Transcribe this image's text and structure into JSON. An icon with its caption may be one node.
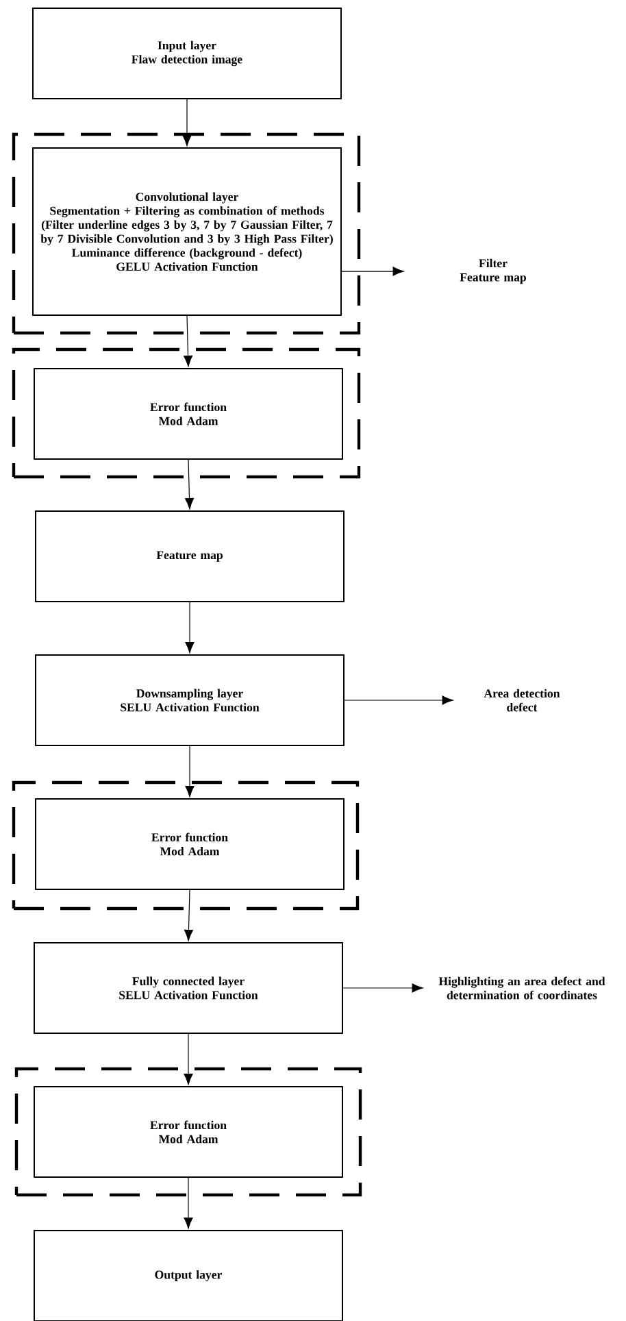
{
  "diagram": {
    "nodes": [
      {
        "text": [
          "Input layer",
          "Flaw detection image"
        ]
      },
      {
        "text": [],
        "shape": "box"
      },
      {
        "text": [
          "Convolutional layer",
          "Segmentation + Filtering as combination of methods (Filter underline edges 3 by 3, 7 by 7 Gaussian Filter, 7 by 7 Divisible Convolution and 3 by 3 High Pass Filter)",
          "Luminance difference (background - defect)",
          "GELU Activation Function"
        ],
        "in": 1
      },
      {
        "text": [
          "Filter",
          "Feature map"
        ]
      },
      {
        "text": [],
        "shape": "box"
      },
      {
        "text": [
          "Error function",
          "Mod Adam"
        ],
        "in": 4
      },
      {
        "text": [
          "Feature map"
        ]
      },
      {
        "text": [
          "Downsampling layer",
          "SELU Activation Function"
        ]
      },
      {
        "text": [
          "Area detection defect"
        ]
      },
      {
        "text": [],
        "shape": "box"
      },
      {
        "text": [
          "Error function",
          "Mod Adam"
        ],
        "in": 9
      },
      {
        "text": [
          "Fully connected layer",
          "SELU Activation Function"
        ]
      },
      {
        "text": [
          "Highlighting an area defect and determination of coordinates"
        ]
      },
      {
        "text": [],
        "shape": "box"
      },
      {
        "text": [
          "Error function",
          "Mod Adam"
        ],
        "in": 13
      },
      {
        "text": [
          "Output layer"
        ]
      }
    ],
    "edges": [
      {
        "from": 0,
        "to": 2,
        "arrow": "to"
      },
      {
        "from": 2,
        "to": 3,
        "arrow": "to"
      },
      {
        "from": 2,
        "to": 5,
        "arrow": "to"
      },
      {
        "from": 5,
        "to": 6,
        "arrow": "to"
      },
      {
        "from": 6,
        "to": 7,
        "arrow": "to"
      },
      {
        "from": 7,
        "to": 8,
        "arrow": "to"
      },
      {
        "from": 7,
        "to": 10,
        "arrow": "to"
      },
      {
        "from": 10,
        "to": 11,
        "arrow": "to"
      },
      {
        "from": 11,
        "to": 12,
        "arrow": "to"
      },
      {
        "from": 11,
        "to": 14,
        "arrow": "to"
      },
      {
        "from": 14,
        "to": 15,
        "arrow": "to"
      }
    ]
  }
}
